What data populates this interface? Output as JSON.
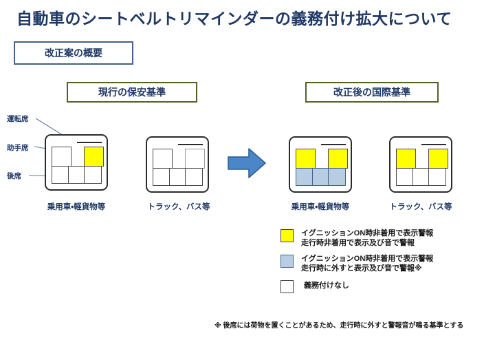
{
  "slide": {
    "title": "自動車のシートベルトリマインダーの義務付け拡大について",
    "section_label": "改正案の概要",
    "footnote": "※  後席には荷物を置くことがあるため、走行時に外すと警報音が鳴る基準とする"
  },
  "seat_labels": {
    "driver": "運転席",
    "passenger": "助手席",
    "rear": "後席"
  },
  "panels": {
    "current": {
      "heading": "現行の保安基準",
      "vehicles": [
        {
          "caption": "乗用車・軽貨物等",
          "front": [
            "white",
            "yellow"
          ],
          "rear": [
            "white",
            "white",
            "white"
          ]
        },
        {
          "caption": "トラック、バス等",
          "front": [
            "white",
            "faint"
          ],
          "rear": [
            "white",
            "white",
            "white"
          ]
        }
      ]
    },
    "new": {
      "heading": "改正後の国際基準",
      "vehicles": [
        {
          "caption": "乗用車・軽貨物等",
          "front": [
            "yellow",
            "yellow"
          ],
          "rear": [
            "blue",
            "blue",
            "blue"
          ]
        },
        {
          "caption": "トラック、バス等",
          "front": [
            "yellow",
            "yellow"
          ],
          "rear": [
            "white",
            "white",
            "white"
          ]
        }
      ]
    }
  },
  "legend": [
    {
      "swatch": "yellow",
      "lines": [
        "イグニッションON時非着用で表示警報",
        "走行時非着用で表示及び音で警報"
      ]
    },
    {
      "swatch": "blue",
      "lines": [
        "イグニッションON時非着用で表示警報",
        "走行時に外すと表示及び音で警報※"
      ]
    },
    {
      "swatch": "white",
      "lines": [
        "義務付けなし"
      ]
    }
  ],
  "colors": {
    "title_navy": "#1F3864",
    "heading_border_green": "#4F6228",
    "chip_border_blue": "#44608C",
    "warn_yellow": "#FFFF00",
    "warn_blue": "#B8CCE4",
    "arrow_blue": "#4A86C8"
  }
}
